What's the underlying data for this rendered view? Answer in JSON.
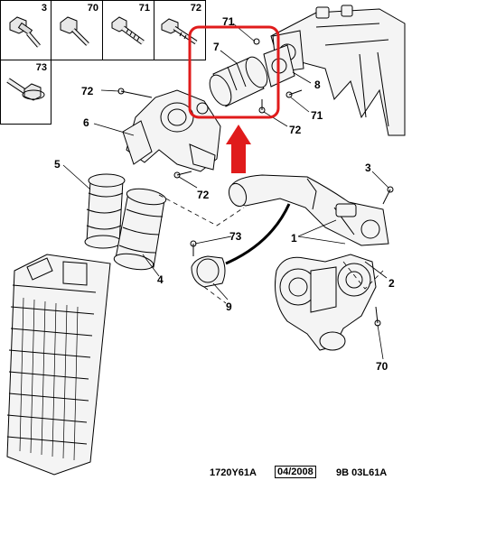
{
  "legend": [
    {
      "id": "3"
    },
    {
      "id": "70"
    },
    {
      "id": "71"
    },
    {
      "id": "72"
    },
    {
      "id": "73"
    }
  ],
  "callouts": {
    "c1": "1",
    "c2": "2",
    "c3": "3",
    "c4": "4",
    "c5": "5",
    "c6": "6",
    "c7": "7",
    "c8": "8",
    "c9": "9",
    "c70": "70",
    "c71_top": "71",
    "c71_right": "71",
    "c72_left": "72",
    "c72_right": "72",
    "c72_mid": "72",
    "c73": "73"
  },
  "footer": {
    "ref": "1720Y61A",
    "date": "04/2008",
    "code": "9B 03L61A"
  },
  "colors": {
    "highlight": "#e01b1b",
    "line": "#000000"
  }
}
